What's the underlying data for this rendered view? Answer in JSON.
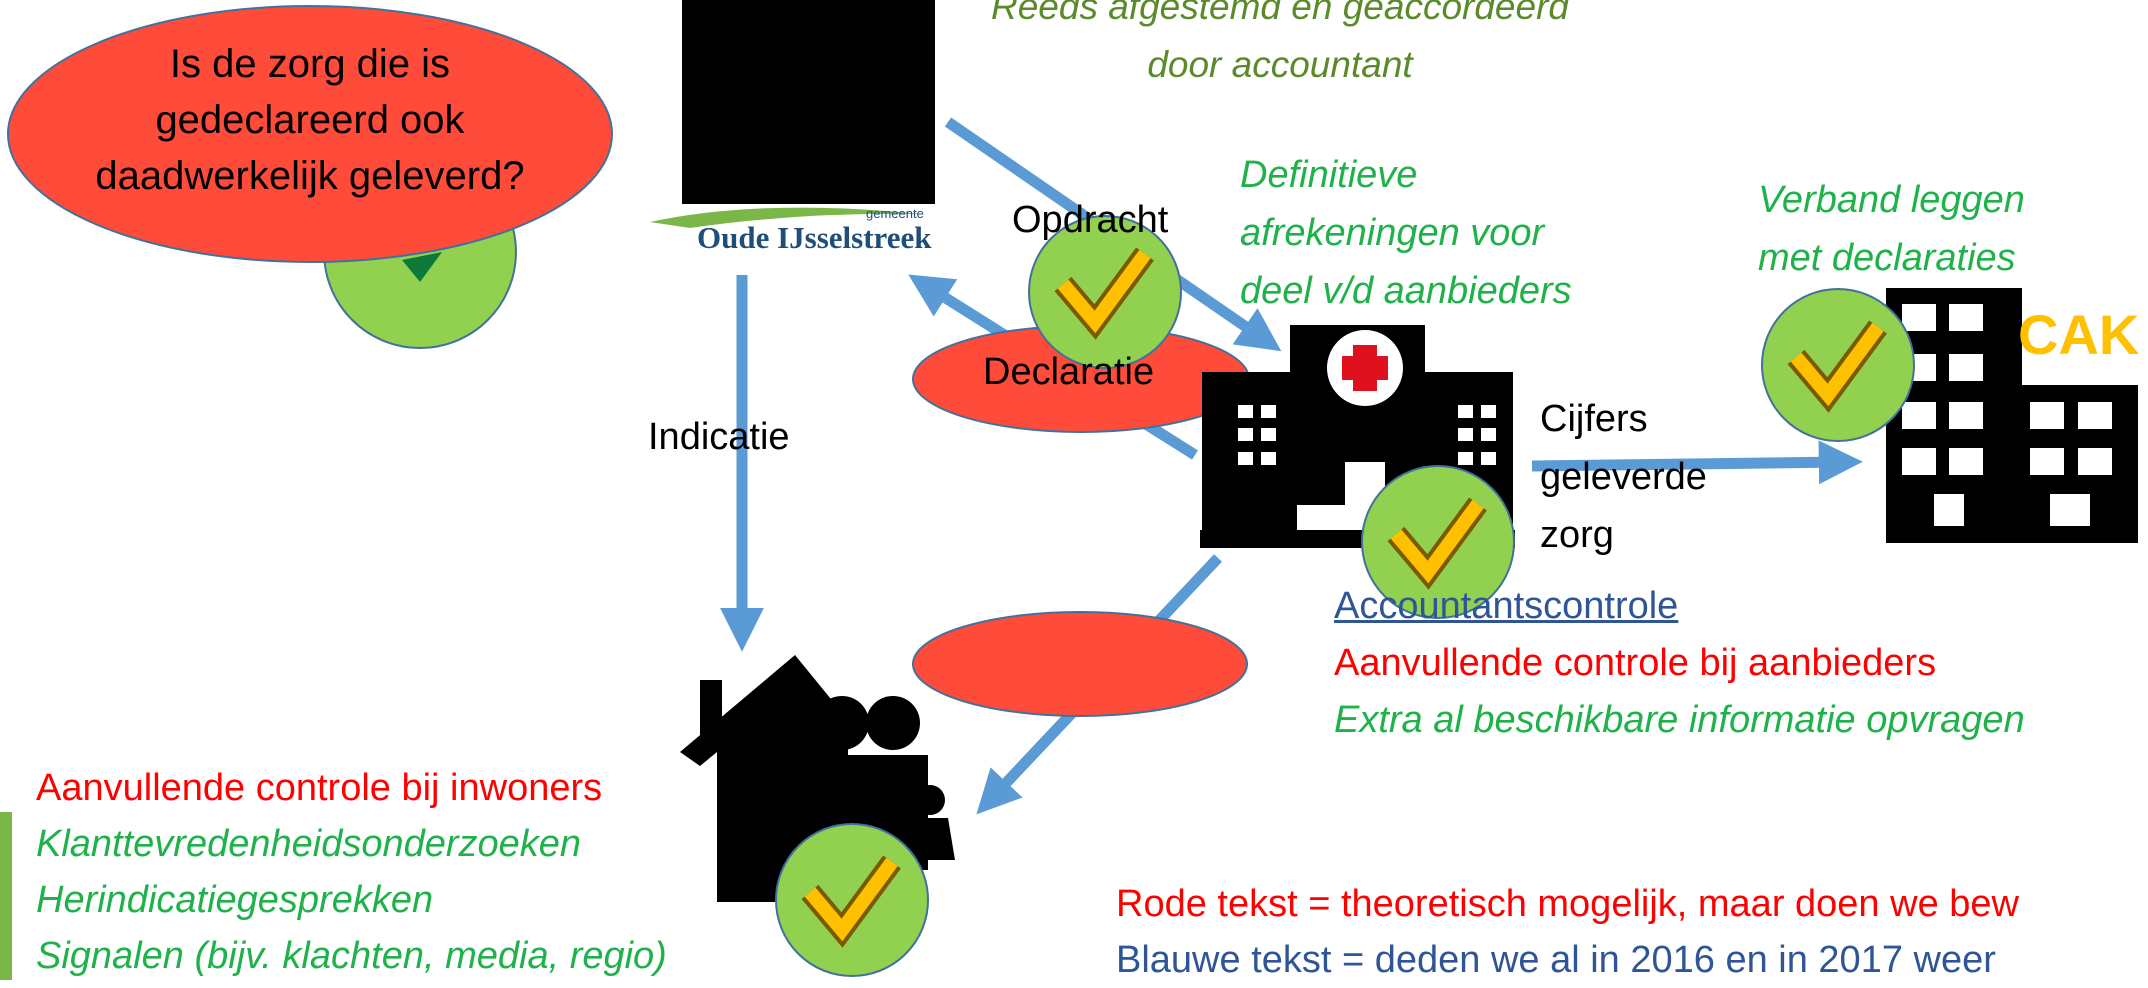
{
  "question_bubble": {
    "text_lines": [
      "Is de zorg die is",
      "gedeclareerd ook",
      "daadwerkelijk geleverd?"
    ]
  },
  "top_note": {
    "lines": [
      "Reeds afgestemd en geaccordeerd",
      "door accountant"
    ]
  },
  "municipality_logo": {
    "small_label": "gemeente",
    "name": "Oude IJsselstreek"
  },
  "arrows": {
    "opdracht": "Opdracht",
    "declaratie": "Declaratie",
    "indicatie": "Indicatie",
    "cijfers_lines": [
      "Cijfers",
      "geleverde",
      "zorg"
    ]
  },
  "provider_note": {
    "lines": [
      "Definitieve",
      "afrekeningen voor",
      "deel v/d aanbieders"
    ]
  },
  "cak_note": {
    "lines": [
      "Verband leggen",
      "met declaraties"
    ]
  },
  "cak_label": "CAK",
  "provider_controls": {
    "accountant": "Accountantscontrole",
    "extra_control": "Aanvullende controle bij aanbieders",
    "extra_info": "Extra al beschikbare informatie opvragen"
  },
  "resident_controls": {
    "extra_control": "Aanvullende controle bij inwoners",
    "items": [
      "Klanttevredenheidsonderzoeken",
      "Herindicatiegesprekken",
      "Signalen (bijv. klachten, media, regio)"
    ]
  },
  "legend": {
    "red": "Rode tekst = theoretisch mogelijk, maar doen we bew",
    "blue": "Blauwe tekst = deden we al in 2016 en in 2017 weer"
  },
  "colors": {
    "arrow": "#5b9bd5",
    "red_oval": "#ff4b3a",
    "check_circle": "#92d050",
    "check_mark": "#ffc000",
    "cak": "#ffc000"
  }
}
